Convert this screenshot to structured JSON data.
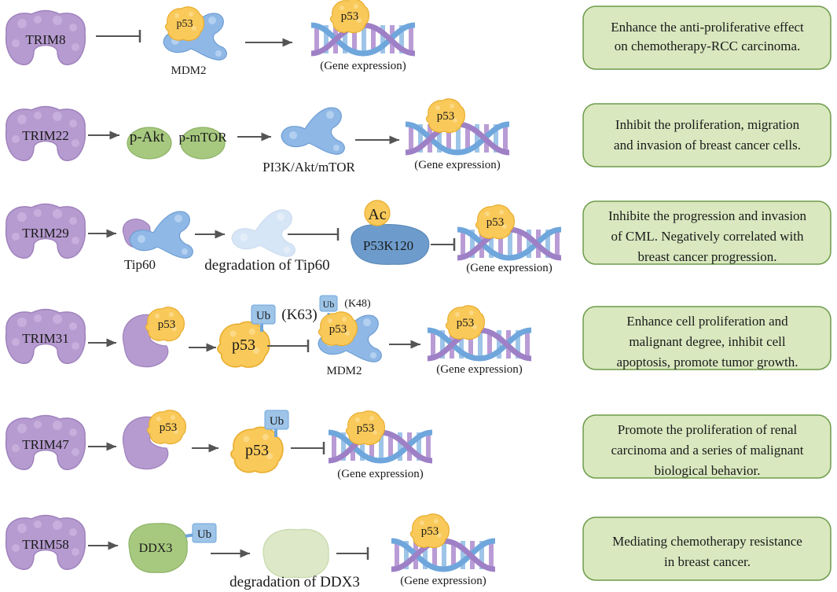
{
  "rows": [
    {
      "trim": "TRIM8",
      "labels": {
        "mdm2": "MDM2",
        "p53a": "p53",
        "p53b": "p53",
        "gene": "(Gene expression)"
      },
      "effect": [
        "Enhance the anti-proliferative effect",
        "on chemotherapy-RCC carcinoma."
      ]
    },
    {
      "trim": "TRIM22",
      "labels": {
        "pakt": "p-Akt",
        "pmtor": "p-mTOR",
        "pathway": "PI3K/Akt/mTOR",
        "p53": "p53",
        "gene": "(Gene expression)"
      },
      "effect": [
        "Inhibit the proliferation, migration",
        "and invasion of breast cancer cells."
      ]
    },
    {
      "trim": "TRIM29",
      "labels": {
        "tip60": "Tip60",
        "degradation": "degradation of Tip60",
        "ac": "Ac",
        "p53k": "P53K120",
        "p53": "p53",
        "gene": "(Gene expression)"
      },
      "effect": [
        "Inhibite the progression and invasion",
        "of CML. Negatively correlated with",
        "breast cancer progression."
      ]
    },
    {
      "trim": "TRIM31",
      "labels": {
        "p53a": "p53",
        "ub1": "Ub",
        "k63": "(K63)",
        "p53b": "p53",
        "ub2": "Ub",
        "k48": "(K48)",
        "p53c": "p53",
        "mdm2": "MDM2",
        "p53d": "p53",
        "gene": "(Gene expression)"
      },
      "effect": [
        "Enhance cell proliferation and",
        "malignant degree, inhibit cell",
        "apoptosis, promote tumor growth."
      ]
    },
    {
      "trim": "TRIM47",
      "labels": {
        "p53a": "p53",
        "ub": "Ub",
        "p53b": "p53",
        "p53c": "p53",
        "gene": "(Gene expression)"
      },
      "effect": [
        "Promote the proliferation of renal",
        "carcinoma and a series of malignant",
        "biological behavior."
      ]
    },
    {
      "trim": "TRIM58",
      "labels": {
        "ddx3": "DDX3",
        "ub": "Ub",
        "degradation": "degradation of DDX3",
        "p53": "p53",
        "gene": "(Gene expression)"
      },
      "effect": [
        "Mediating chemotherapy resistance",
        "in breast cancer."
      ]
    }
  ],
  "colors": {
    "trim": "#b69bd0",
    "p53": "#f9c95a",
    "mdm2": "#8fb8e6",
    "green_box_fill": "#d9e8bf",
    "green_box_stroke": "#6d9b4a",
    "akt": "#a7c97f",
    "ub": "#9ec4e8",
    "p53k120": "#6d9ccc",
    "arrow": "#555555"
  }
}
